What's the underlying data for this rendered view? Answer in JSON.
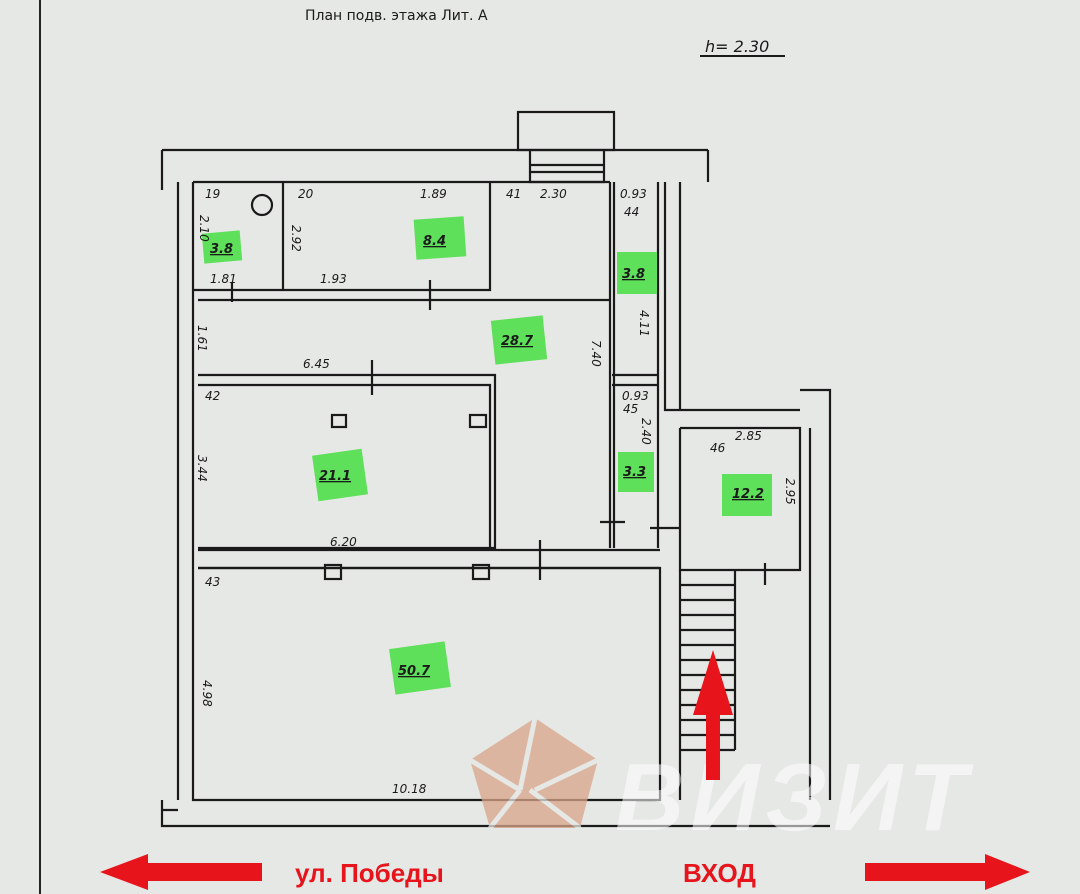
{
  "plan": {
    "title": "План подв. этажа Лит. А",
    "height_note": "h= 2.30",
    "rooms": [
      {
        "number": "19",
        "area": "3.8"
      },
      {
        "number": "20",
        "area": "8.4"
      },
      {
        "number": "41",
        "area": "28.7"
      },
      {
        "number": "44",
        "area": "3.8"
      },
      {
        "number": "42",
        "area": "21.1"
      },
      {
        "number": "45",
        "area": "3.3"
      },
      {
        "number": "46",
        "area": "12.2"
      },
      {
        "number": "43",
        "area": "50.7"
      }
    ],
    "dimensions": {
      "d19_h": "2.10",
      "d19_w": "1.81",
      "d20_top": "1.89",
      "d20_bottom": "1.93",
      "d20_h": "2.92",
      "d41_top": "2.30",
      "d44_w": "0.93",
      "d44_h": "4.11",
      "d41_left": "1.61",
      "d41_right": "7.40",
      "d41_bottom": "6.45",
      "d42_h": "3.44",
      "d42_bottom": "6.20",
      "d45_w": "0.93",
      "d45_h": "2.40",
      "d46_w": "2.85",
      "d46_h": "2.95",
      "d43_h": "4.98",
      "d43_bottom": "10.18"
    }
  },
  "annotations": {
    "street": "ул. Победы",
    "entrance": "ВХОД"
  },
  "watermark": {
    "brand": "ВИЗИТ",
    "logo_color": "#d9a58a"
  },
  "colors": {
    "highlight": "#5ee05a",
    "arrow": "#e8141c"
  }
}
